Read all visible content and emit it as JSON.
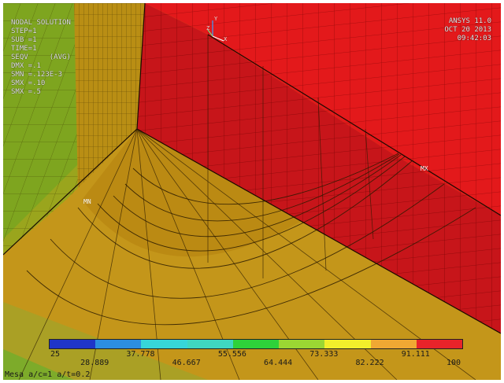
{
  "hud": {
    "left_lines": [
      "NODAL SOLUTION",
      "STEP=1",
      "SUB =1",
      "TIME=1",
      "SEQV     (AVG)",
      "DMX =.1",
      "SMN =.123E-3",
      "SMX =.10",
      "SMX =.5"
    ],
    "right_lines": [
      "ANSYS 11.0",
      "OCT 20 2013",
      "09:42:03"
    ]
  },
  "triad": {
    "labels": [
      "Y",
      "X",
      "Z"
    ]
  },
  "node_labels": {
    "mn": "MN",
    "mx": "MX"
  },
  "legend": {
    "colors": [
      "#1f35c8",
      "#2c8ee0",
      "#37d6d8",
      "#3fd7c0",
      "#2ed23a",
      "#9bd733",
      "#f2ef2b",
      "#f0a833",
      "#e8232a"
    ],
    "ticks_top": [
      "25",
      "37.778",
      "55.556",
      "73.333",
      "91.111"
    ],
    "ticks_bottom": [
      "28.889",
      "46.667",
      "64.444",
      "82.222",
      "100"
    ]
  },
  "footer": "Mesa a/c=1 a/t=0.2"
}
